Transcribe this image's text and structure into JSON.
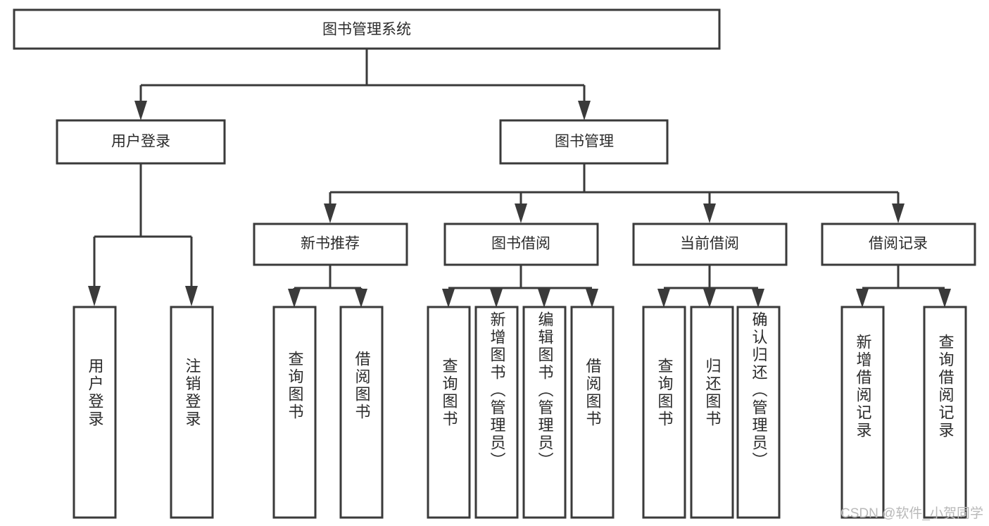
{
  "diagram": {
    "type": "tree",
    "title": "图书管理系统",
    "watermark": "CSDN @软件_小贺同学",
    "colors": {
      "box_stroke": "#3a3a3a",
      "box_fill": "#ffffff",
      "text": "#2b2b2b",
      "connector": "#3a3a3a",
      "watermark": "#b9b9b9",
      "background": "#ffffff"
    },
    "levels": {
      "root": {
        "label": "图书管理系统"
      },
      "level2": [
        {
          "label": "用户登录"
        },
        {
          "label": "图书管理"
        }
      ],
      "level3": [
        {
          "label": "新书推荐"
        },
        {
          "label": "图书借阅"
        },
        {
          "label": "当前借阅"
        },
        {
          "label": "借阅记录"
        }
      ]
    },
    "leaves": {
      "user_login": [
        {
          "label": "用户登录"
        },
        {
          "label": "注销登录"
        }
      ],
      "new_book_recommend": [
        {
          "label": "查询图书"
        },
        {
          "label": "借阅图书"
        }
      ],
      "book_borrow": [
        {
          "label": "查询图书"
        },
        {
          "label": "新增图书（管理员）"
        },
        {
          "label": "编辑图书（管理员）"
        },
        {
          "label": "借阅图书"
        }
      ],
      "current_borrow": [
        {
          "label": "查询图书"
        },
        {
          "label": "归还图书"
        },
        {
          "label": "确认归还（管理员）"
        }
      ],
      "borrow_records": [
        {
          "label": "新增借阅记录"
        },
        {
          "label": "查询借阅记录"
        }
      ]
    }
  }
}
